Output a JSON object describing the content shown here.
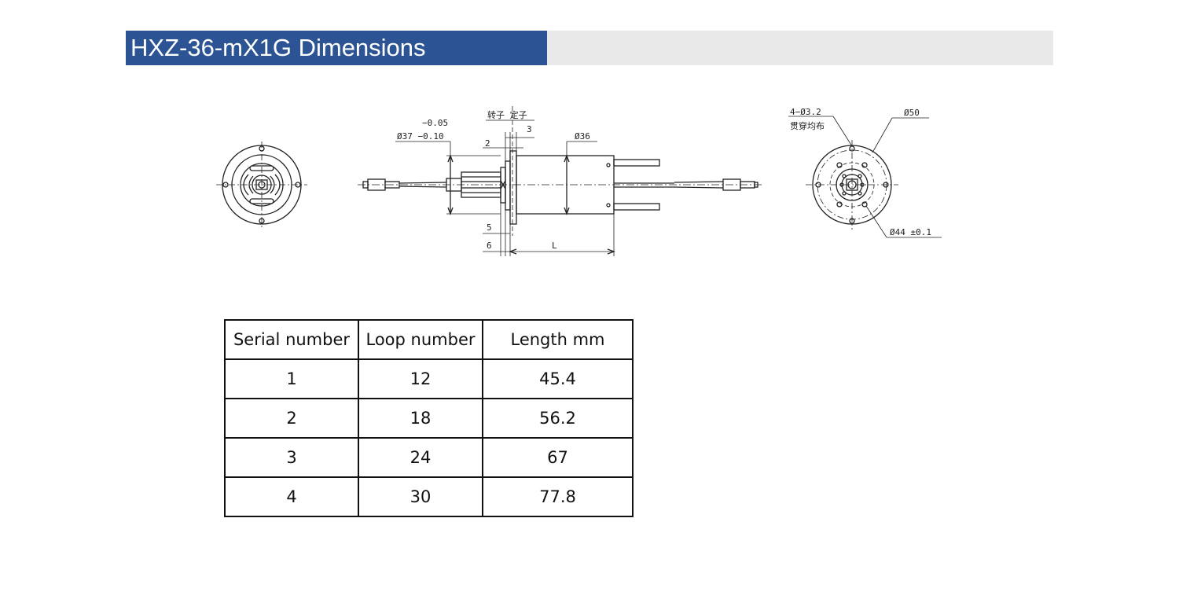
{
  "header": {
    "title": "HXZ-36-mX1G Dimensions"
  },
  "drawing": {
    "labels": {
      "tol_upper": "−0.05",
      "dia37": "Ø37 −0.10",
      "rotor_stator": "转子 定子",
      "dim3": "3",
      "dim2": "2",
      "dia36": "Ø36",
      "dim5": "5",
      "dim6": "6",
      "dimL": "L",
      "holes": "4−Ø3.2",
      "holes_note": "贯穿均布",
      "dia50": "Ø50",
      "dia44": "Ø44 ±0.1"
    }
  },
  "table": {
    "headers": [
      "Serial number",
      "Loop number",
      "Length mm"
    ],
    "rows": [
      [
        "1",
        "12",
        "45.4"
      ],
      [
        "2",
        "18",
        "56.2"
      ],
      [
        "3",
        "24",
        "67"
      ],
      [
        "4",
        "30",
        "77.8"
      ]
    ]
  }
}
